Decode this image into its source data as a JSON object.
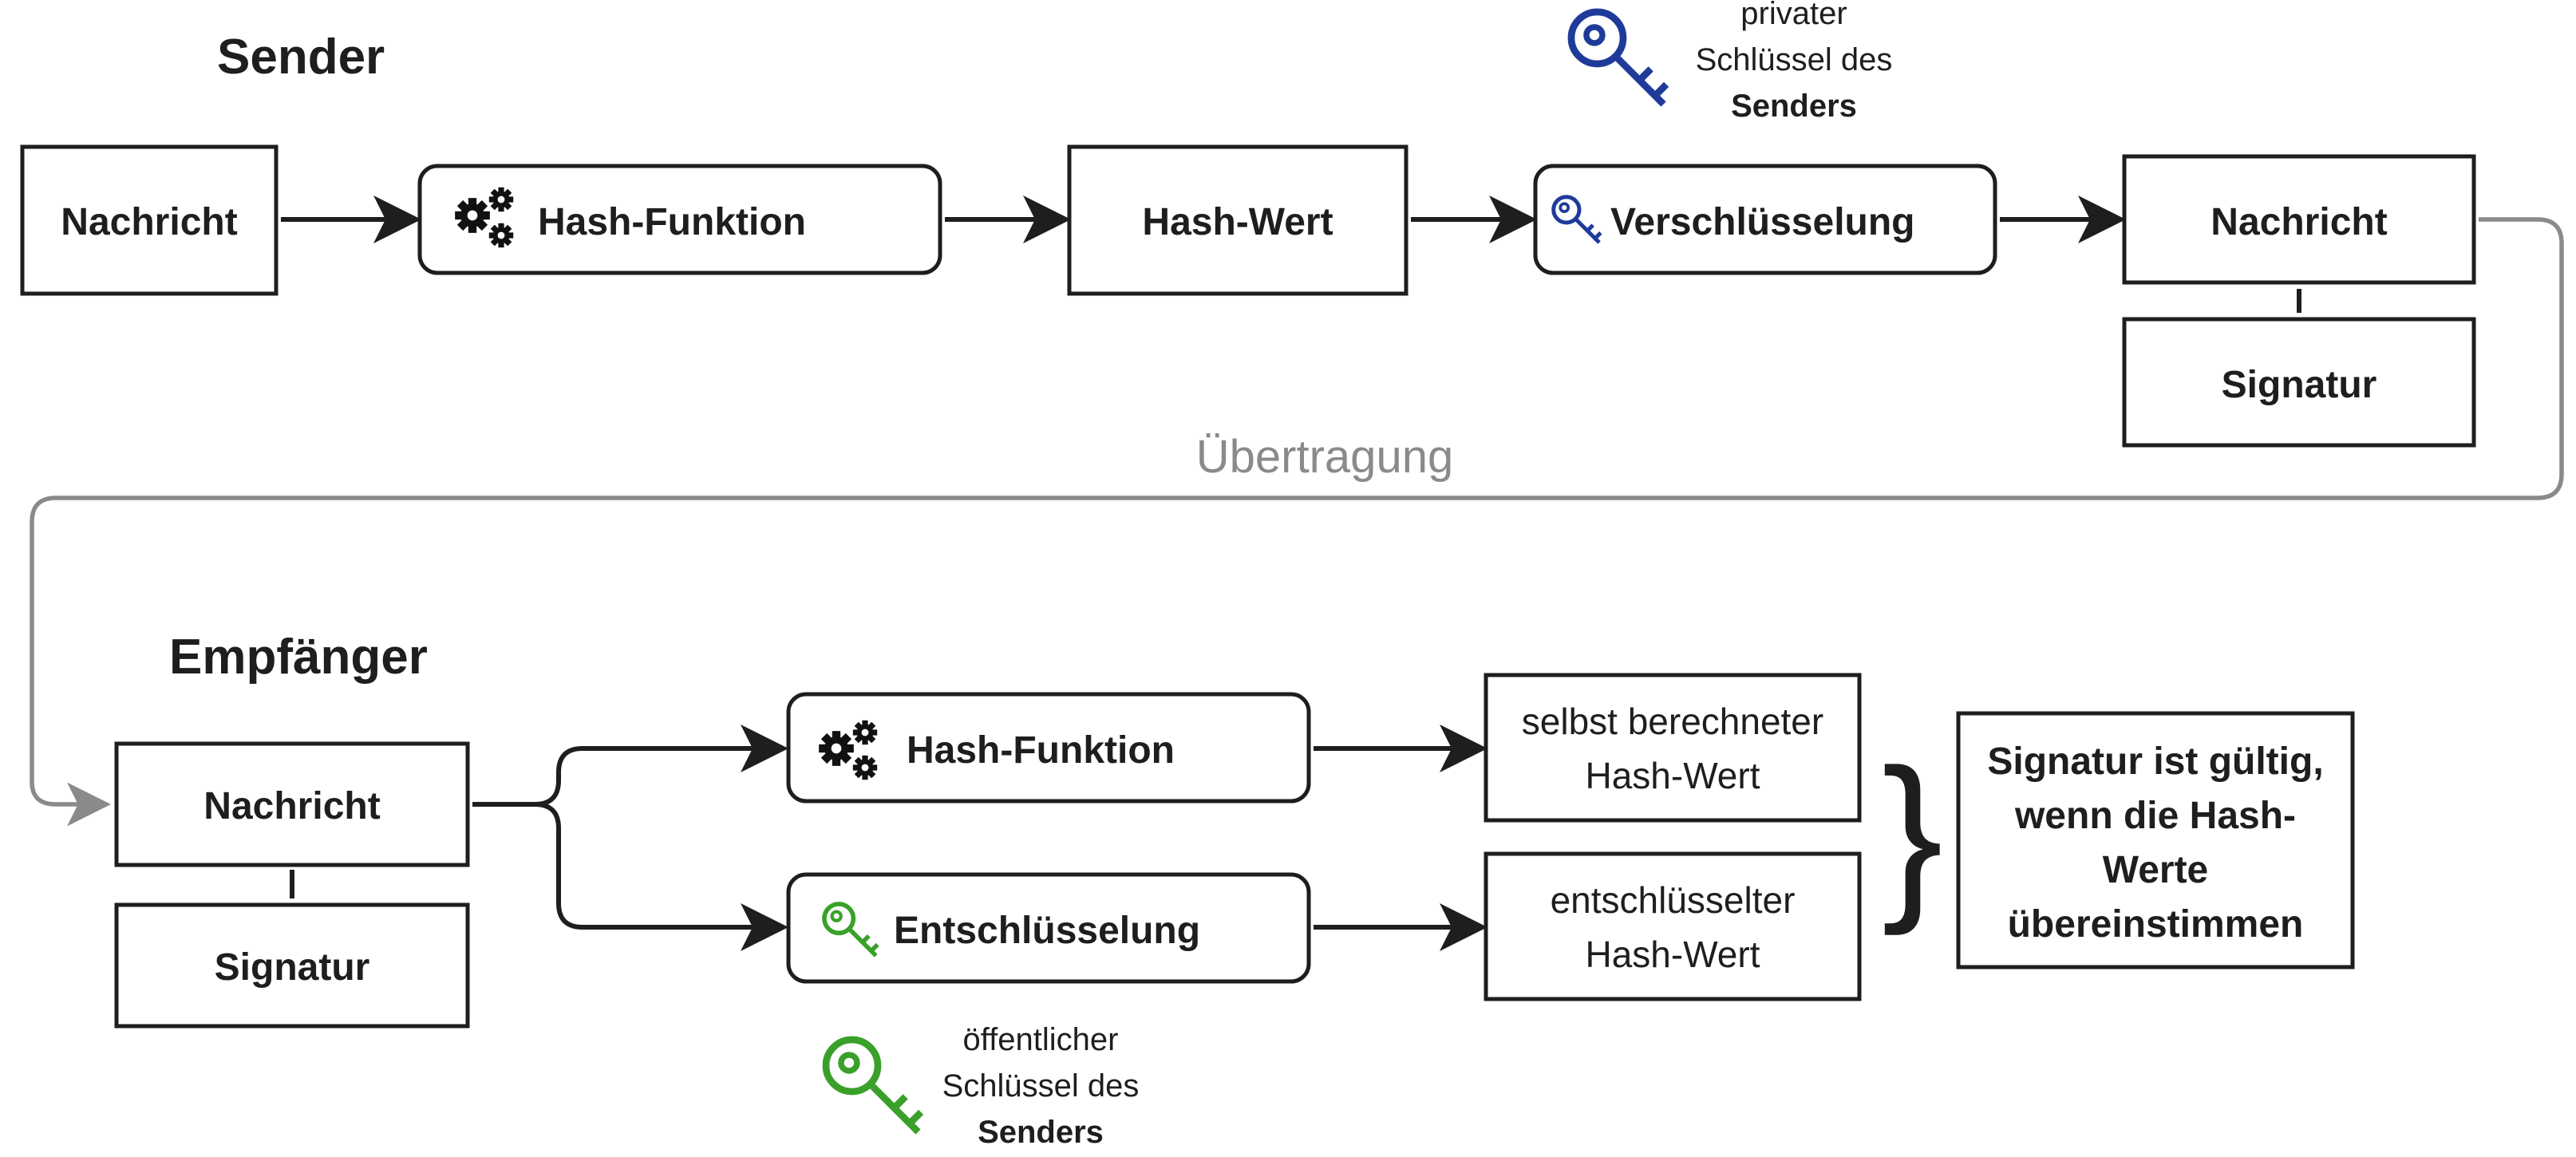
{
  "colors": {
    "stroke": "#1e1e1e",
    "transmission": "#8a8a8a",
    "private_key": "#1f3b9a",
    "public_key": "#3aa02a"
  },
  "sender": {
    "heading": "Sender",
    "message": "Nachricht",
    "hash_function": "Hash-Funktion",
    "hash_value": "Hash-Wert",
    "encryption": "Verschlüsselung",
    "result_message": "Nachricht",
    "result_signature": "Signatur",
    "private_key_caption": {
      "line1": "privater",
      "line2": "Schlüssel des",
      "line3": "Senders"
    }
  },
  "transmission": {
    "label": "Übertragung"
  },
  "receiver": {
    "heading": "Empfänger",
    "message": "Nachricht",
    "signature": "Signatur",
    "hash_function": "Hash-Funktion",
    "decryption": "Entschlüsselung",
    "computed_hash": {
      "line1": "selbst berechneter",
      "line2": "Hash-Wert"
    },
    "decrypted_hash": {
      "line1": "entschlüsselter",
      "line2": "Hash-Wert"
    },
    "brace": "}",
    "result": {
      "line1": "Signatur ist gültig,",
      "line2": "wenn die Hash-",
      "line3": "Werte",
      "line4": "übereinstimmen"
    },
    "public_key_caption": {
      "line1": "öffentlicher",
      "line2": "Schlüssel des",
      "line3": "Senders"
    }
  },
  "icons": {
    "gears": "gears-icon",
    "private_key": "key-icon",
    "public_key": "key-icon"
  }
}
